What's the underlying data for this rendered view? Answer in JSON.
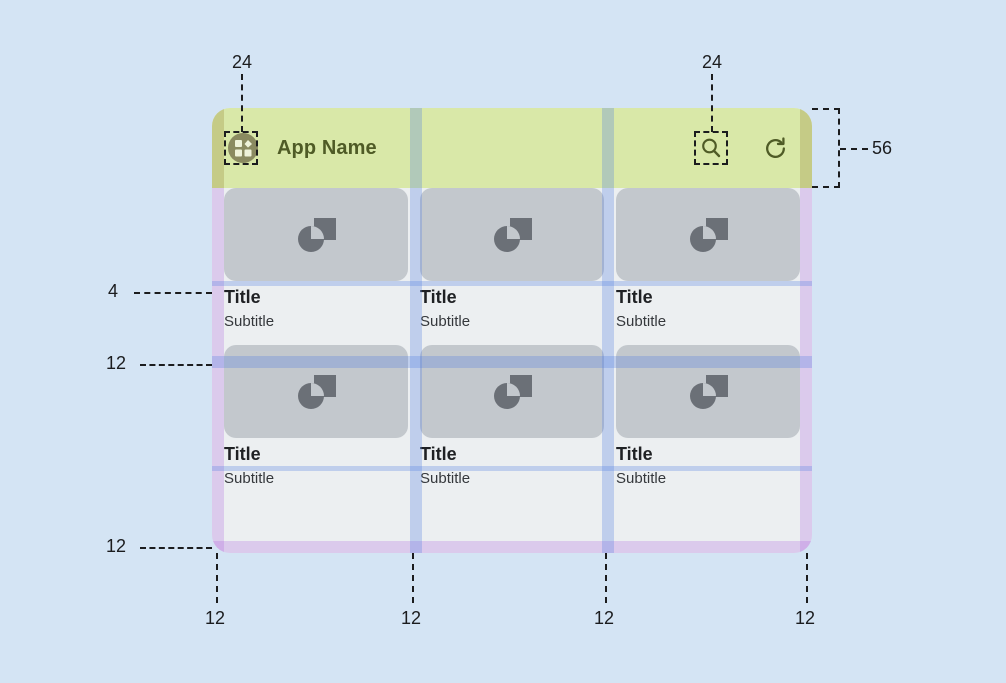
{
  "page": {
    "background_color": "#d4e4f4",
    "type": "material-layout-redline-spec"
  },
  "app": {
    "frame": {
      "surface_color": "#eceff1",
      "corner_radius": "18"
    },
    "appbar": {
      "background_color": "#d9e8a8",
      "height_label": "56",
      "title": "App Name",
      "logo_icon": "app-grid-logo-icon",
      "actions": [
        {
          "icon": "search-icon",
          "label": "Search"
        },
        {
          "icon": "refresh-icon",
          "label": "Refresh"
        }
      ]
    },
    "grid": {
      "columns": 3,
      "rows": 2,
      "gutter": "12",
      "margin": "12",
      "cards": [
        {
          "title": "Title",
          "subtitle": "Subtitle",
          "thumbnail_icon": "image-placeholder-icon"
        },
        {
          "title": "Title",
          "subtitle": "Subtitle",
          "thumbnail_icon": "image-placeholder-icon"
        },
        {
          "title": "Title",
          "subtitle": "Subtitle",
          "thumbnail_icon": "image-placeholder-icon"
        },
        {
          "title": "Title",
          "subtitle": "Subtitle",
          "thumbnail_icon": "image-placeholder-icon"
        },
        {
          "title": "Title",
          "subtitle": "Subtitle",
          "thumbnail_icon": "image-placeholder-icon"
        },
        {
          "title": "Title",
          "subtitle": "Subtitle",
          "thumbnail_icon": "image-placeholder-icon"
        }
      ]
    }
  },
  "annotations": {
    "logo_touch_target": "24",
    "search_touch_target": "24",
    "appbar_height": "56",
    "image_to_title_gap": "4",
    "row_gap": "12",
    "bottom_margin": "12",
    "gutters": [
      "12",
      "12",
      "12",
      "12"
    ]
  },
  "colors": {
    "background": "#d4e4f4",
    "appbar": "#d9e8a8",
    "surface": "#eceff1",
    "thumbnail": "#c3c8cd",
    "title_text": "#1f2124",
    "subtitle_text": "#35383c",
    "appbar_text": "#4f5b26",
    "overlay_purple": "#b06add",
    "overlay_blue": "#5680e0",
    "annotation_text": "#1b1c1e"
  }
}
